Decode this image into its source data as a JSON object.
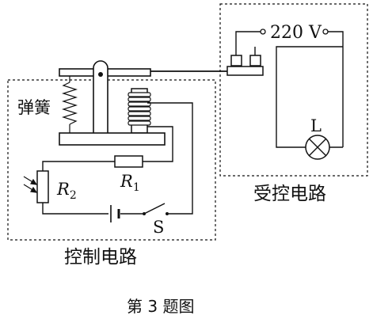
{
  "labels": {
    "voltage": "220 V",
    "lamp": "L",
    "spring": "弹簧",
    "r1_main": "R",
    "r1_sub": "1",
    "r2_main": "R",
    "r2_sub": "2",
    "switch": "S",
    "controlled_circuit": "受控电路",
    "control_circuit": "控制电路",
    "caption": "第 3 题图"
  },
  "colors": {
    "line": "#111111",
    "background": "#ffffff"
  }
}
